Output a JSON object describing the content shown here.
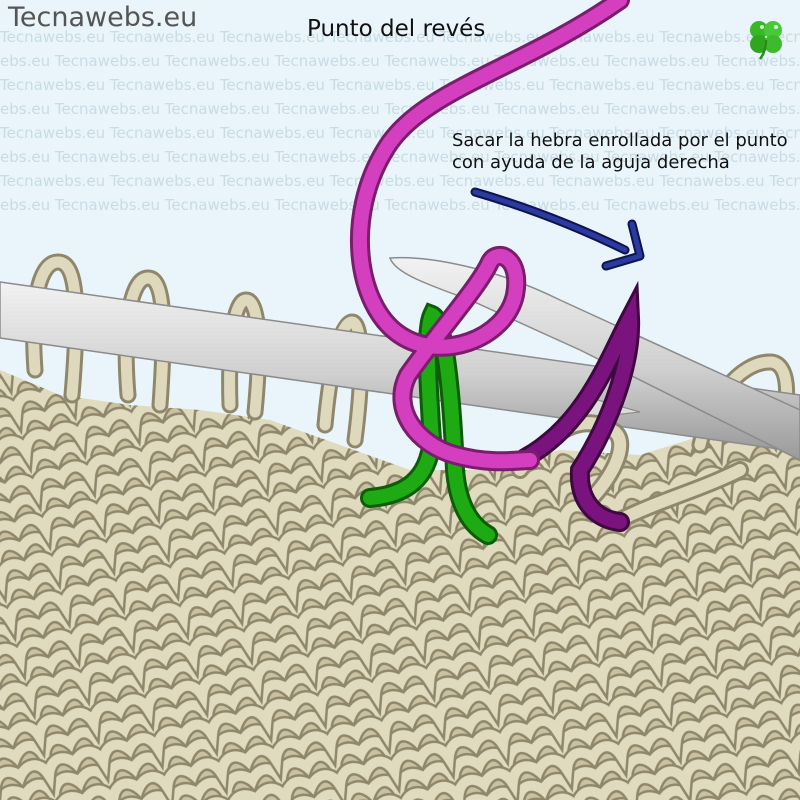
{
  "site": {
    "brand": "Tecnawebs.eu",
    "watermark": "Tecnawebs.eu"
  },
  "title": "Punto del revés",
  "caption": {
    "line1": "Sacar la hebra enrollada por el punto",
    "line2": "con ayuda de la aguja derecha"
  },
  "icons": {
    "logo": "four-leaf-clover-icon",
    "arrow": "arrow-icon"
  },
  "colors": {
    "background": "#e9f5fb",
    "yarn": "#d9d2b3",
    "yarn_shade": "#9e967a",
    "needle": "#d8d8d8",
    "working_yarn": "#d43fc0",
    "green_stitch": "#1eaa12",
    "purple_stitch": "#7a137e",
    "arrow": "#1a237e",
    "logo": "#35b924"
  }
}
